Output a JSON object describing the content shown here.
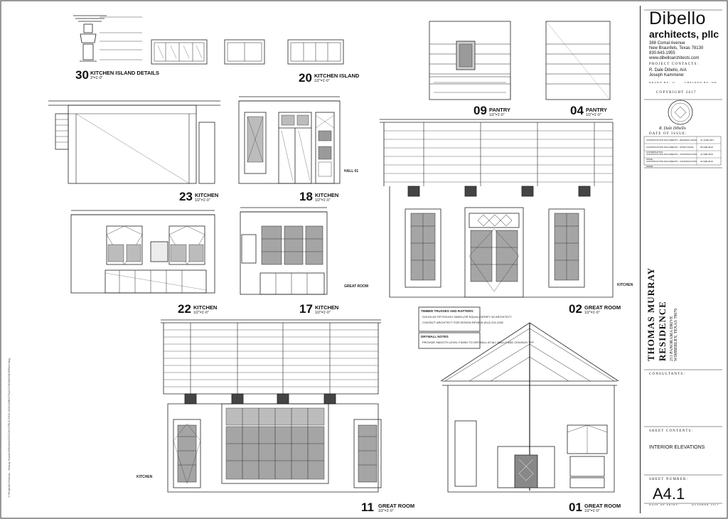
{
  "firm": {
    "name": "Dibello",
    "subname": "architects, pllc",
    "address": [
      "388 Comal Avenue",
      "New Braunfels, Texas 78130",
      "830.643.1955",
      "www.dibelloarchitects.com"
    ],
    "contacts_heading": "PROJECT CONTACTS:",
    "contacts": [
      "R. Dale Dibello, AIA",
      "Joseph Kammerer"
    ],
    "drawn_by": "DRAWN BY: JJ",
    "checked_by": "CHECKED BY: DD",
    "copyright": "COPYRIGHT 2017",
    "signature": "R. Dale Dibello",
    "date_heading": "DATE OF ISSUE:",
    "issues": [
      {
        "desc": "CONSTRUCTION DOCUMENTS - DRAWING ISSUE",
        "date": "21 JUNE 2017"
      },
      {
        "desc": "CONSTRUCTION DOCUMENTS - STRUCTURAL COORDINATION",
        "date": "05 FEB 2018"
      },
      {
        "desc": "CONSTRUCTION DOCUMENTS - CONSTRUCTION ISSUE",
        "date": "21 FEB 2018"
      },
      {
        "desc": "CONSTRUCTION DOCUMENTS - CONSTRUCTION ISSUE",
        "date": "21 FEB 2018"
      }
    ]
  },
  "project": {
    "name1": "THOMAS MURRAY",
    "name2": "RESIDENCE",
    "street": "211 PANORAMA DRIVE",
    "city": "WIMBERLEY, TEXAS 78676"
  },
  "consultants_heading": "CONSULTANTS:",
  "sheet_contents_heading": "SHEET CONTENTS:",
  "sheet_contents": "INTERIOR ELEVATIONS",
  "sheet_number_heading": "SHEET NUMBER:",
  "sheet_number": "A4.1",
  "date_of_print": "DATE OF PRINT:",
  "print_date": "OCTOBER 2017",
  "side_path": "Y:\\Projects\\Thomas - Murray House\\DRAWINGS\\CONSTRUCTION DOCUMENTS\\A1\\THOMASMURRAY.dwg",
  "details": [
    {
      "num": "30",
      "title": "KITCHEN ISLAND DETAILS",
      "scale": "3\"=1'-0\""
    },
    {
      "num": "20",
      "title": "KITCHEN ISLAND",
      "scale": "1/2\"=1'-0\""
    },
    {
      "num": "09",
      "title": "PANTRY",
      "scale": "1/2\"=1'-0\""
    },
    {
      "num": "04",
      "title": "PANTRY",
      "scale": "1/2\"=1'-0\""
    },
    {
      "num": "23",
      "title": "KITCHEN",
      "scale": "1/2\"=1'-0\""
    },
    {
      "num": "18",
      "title": "KITCHEN",
      "scale": "1/2\"=1'-0\""
    },
    {
      "num": "02",
      "title": "GREAT ROOM",
      "scale": "1/2\"=1'-0\""
    },
    {
      "num": "22",
      "title": "KITCHEN",
      "scale": "1/2\"=1'-0\""
    },
    {
      "num": "17",
      "title": "KITCHEN",
      "scale": "1/2\"=1'-0\""
    },
    {
      "num": "11",
      "title": "GREAT ROOM",
      "scale": "1/2\"=1'-0\""
    },
    {
      "num": "01",
      "title": "GREAT ROOM",
      "scale": "1/2\"=1'-0\""
    }
  ],
  "room_tags": [
    "HALL 01",
    "GREAT ROOM",
    "KITCHEN",
    "KITCHEN"
  ],
  "notes_box": {
    "heading1": "TIMBER TRUSSES AND RAFTERS:",
    "lines1": [
      "DOUGLAS FIR ROUGH SAWN (OR EQUAL) VERIFY W/ ARCHITECT",
      "CONTACT ARCHITECT FOR DESIGN REVIEW (512) 201-2262"
    ],
    "heading2": "DRYWALL NOTES",
    "lines2": [
      "PROVIDE SMOOTH LEVEL FINISH TO DRYWALL AT ALL WALLS AND CEILINGS TYP."
    ]
  }
}
